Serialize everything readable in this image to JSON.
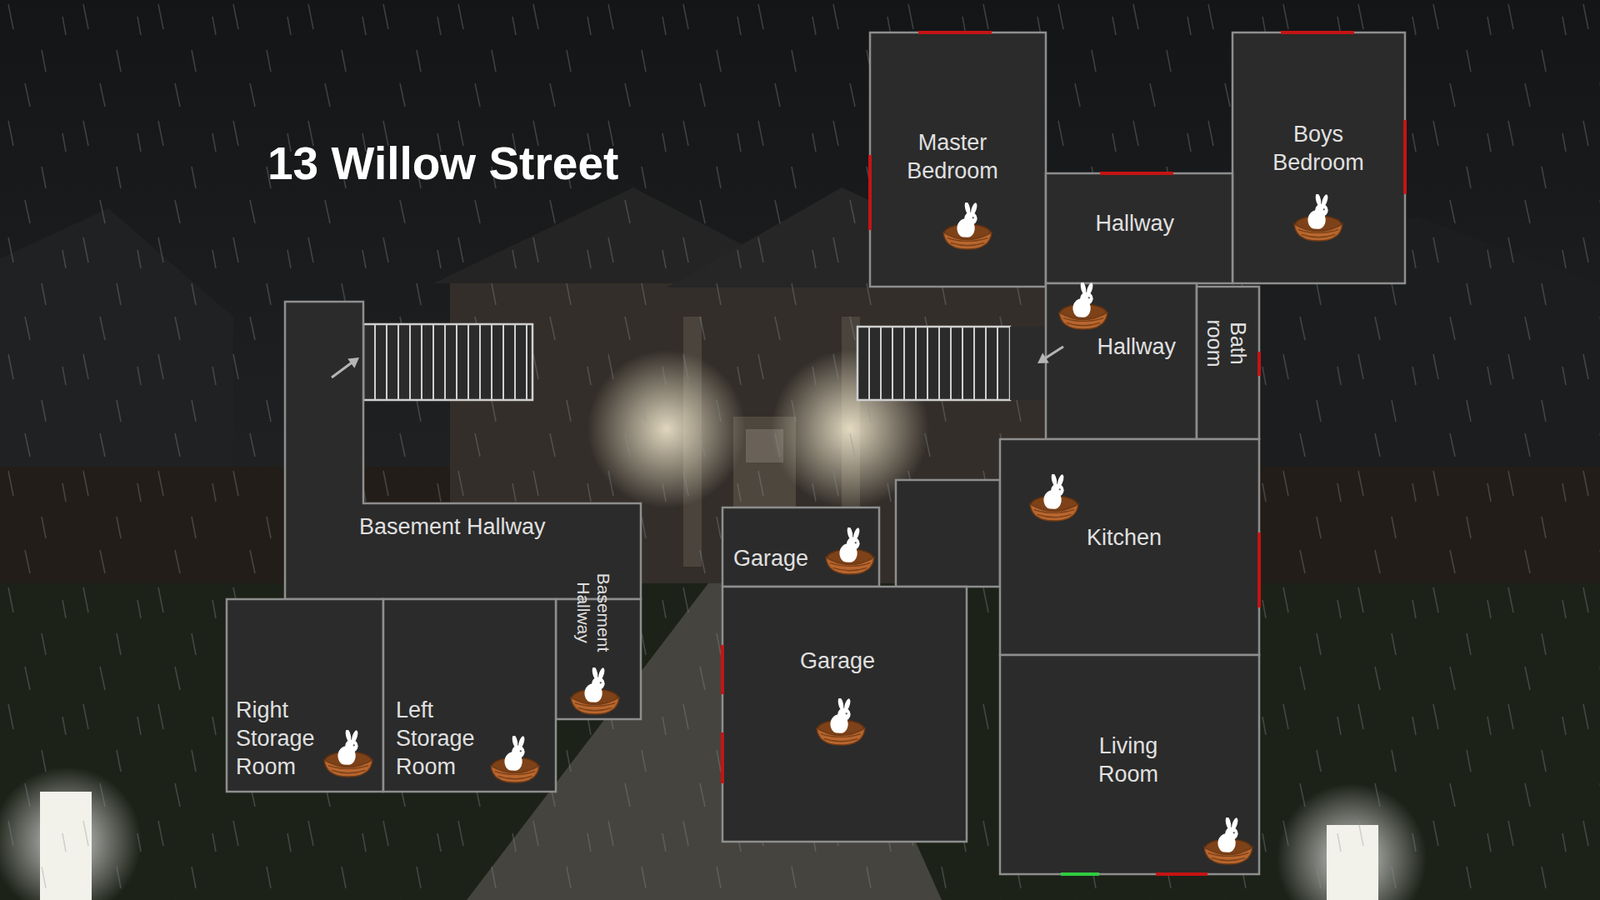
{
  "diagram": {
    "title": "13 Willow Street",
    "nodes": [
      {
        "text": [
          "Master Bedroom"
        ]
      },
      {
        "text": [
          "Boys Bedroom"
        ]
      },
      {
        "text": [
          "Hallway"
        ]
      },
      {
        "text": [
          "Hallway"
        ]
      },
      {
        "text": [
          "Bath room"
        ]
      },
      {
        "text": [
          "Basement Hallway"
        ]
      },
      {
        "text": [
          "Kitchen"
        ]
      },
      {
        "text": [
          "Garage"
        ]
      },
      {
        "text": [
          "Garage"
        ]
      },
      {
        "text": [
          "Basement Hallway"
        ]
      },
      {
        "text": [
          "Right Storage Room"
        ]
      },
      {
        "text": [
          "Left Storage Room"
        ]
      },
      {
        "text": [
          "Living Room"
        ]
      }
    ]
  }
}
